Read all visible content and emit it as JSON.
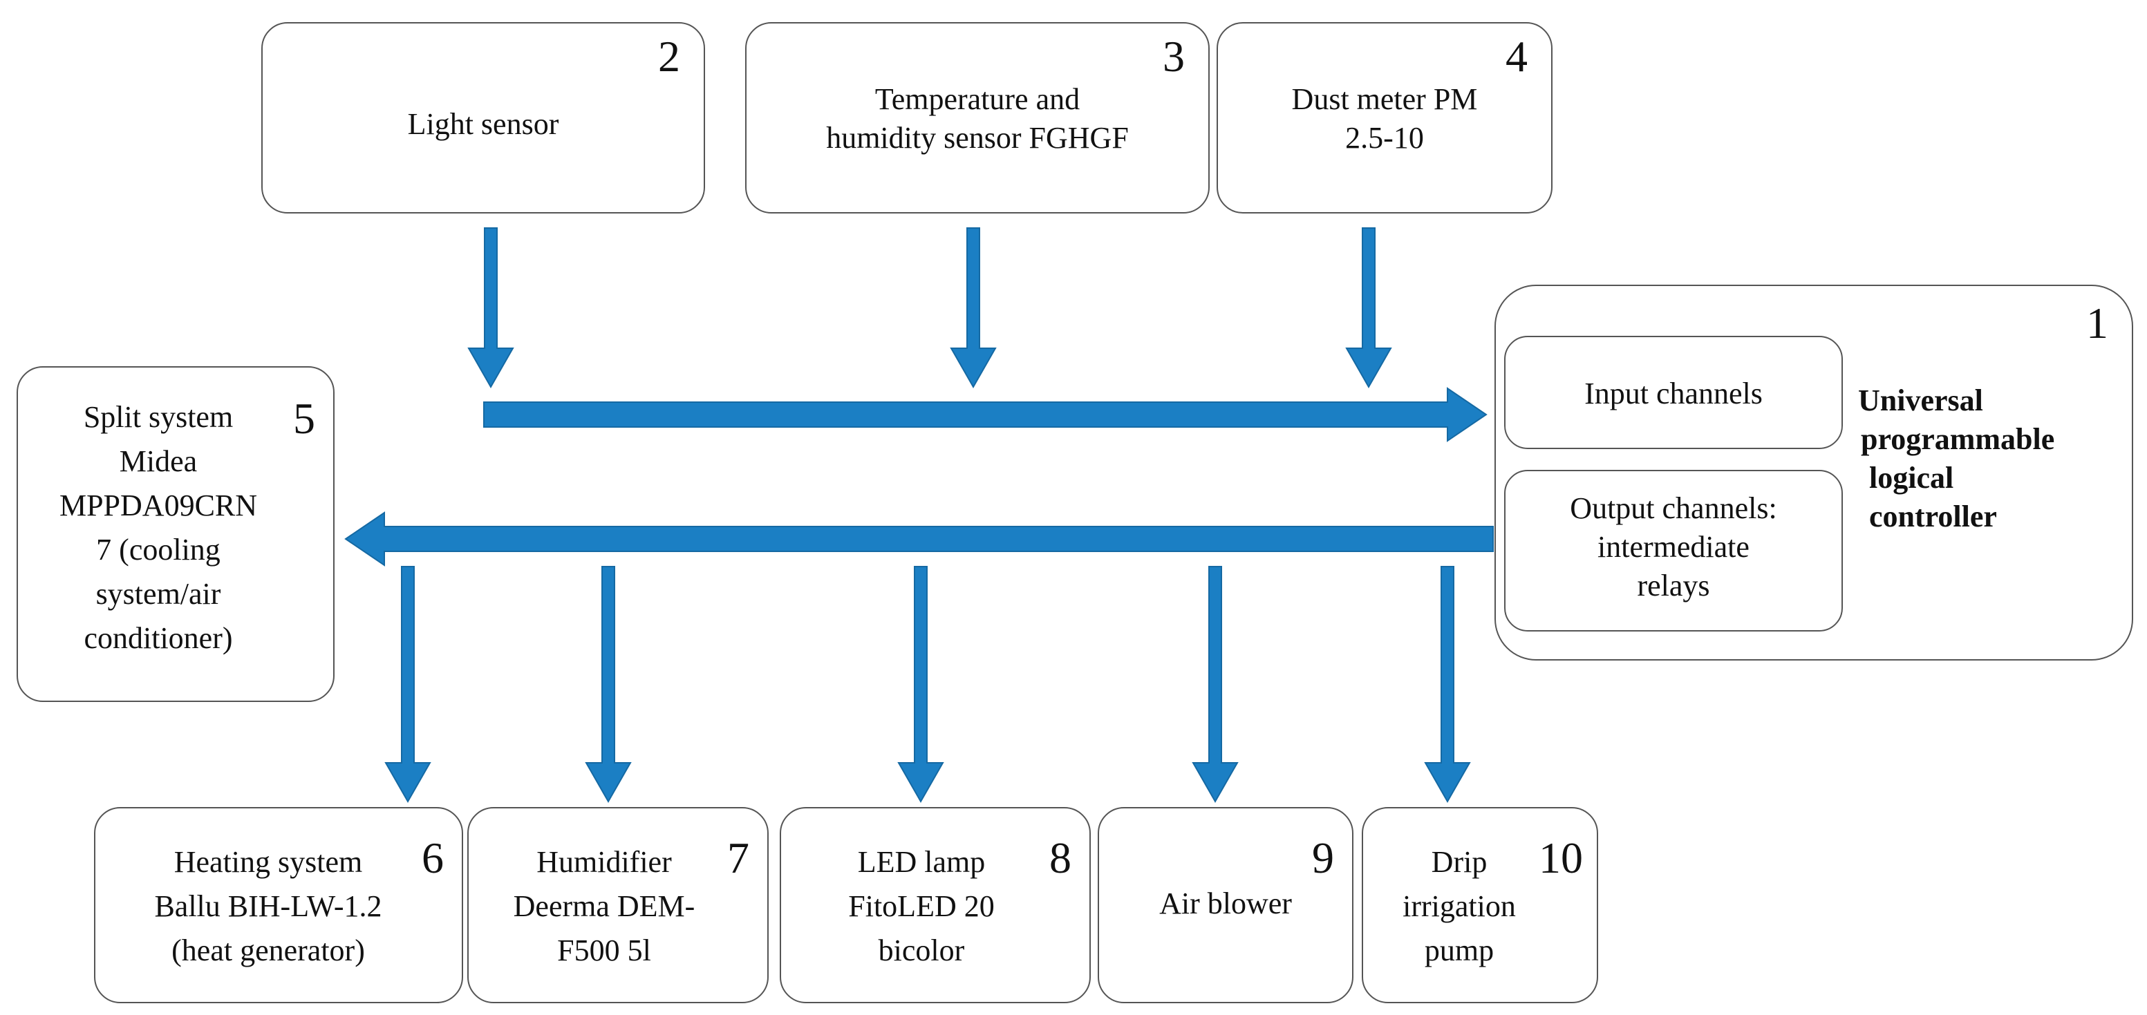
{
  "arrow_color": "#1b7fc4",
  "controller": {
    "number": "1",
    "title_lines": [
      "Universal",
      "programmable",
      "logical",
      "controller"
    ],
    "input_label": "Input channels",
    "output_lines": [
      "Output channels:",
      "intermediate",
      "relays"
    ]
  },
  "boxes": {
    "light_sensor": {
      "number": "2",
      "lines": [
        "Light sensor"
      ]
    },
    "temp_humidity": {
      "number": "3",
      "lines": [
        "Temperature and",
        "humidity sensor FGHGF"
      ]
    },
    "dust_meter": {
      "number": "4",
      "lines": [
        "Dust meter PM",
        "2.5-10"
      ]
    },
    "split_system": {
      "number": "5",
      "lines": [
        "Split system",
        "Midea",
        "MPPDA09CRN",
        "7 (cooling",
        "system/air",
        "conditioner)"
      ]
    },
    "heating": {
      "number": "6",
      "lines": [
        "Heating system",
        "Ballu BIH-LW-1.2",
        "(heat generator)"
      ]
    },
    "humidifier": {
      "number": "7",
      "lines": [
        "Humidifier",
        "Deerma DEM-",
        "F500 5l"
      ]
    },
    "led_lamp": {
      "number": "8",
      "lines": [
        "LED lamp",
        "FitoLED 20",
        "bicolor"
      ]
    },
    "air_blower": {
      "number": "9",
      "lines": [
        "Air blower"
      ]
    },
    "drip_pump": {
      "number": "10",
      "lines": [
        "Drip",
        "irrigation",
        "pump"
      ]
    }
  }
}
